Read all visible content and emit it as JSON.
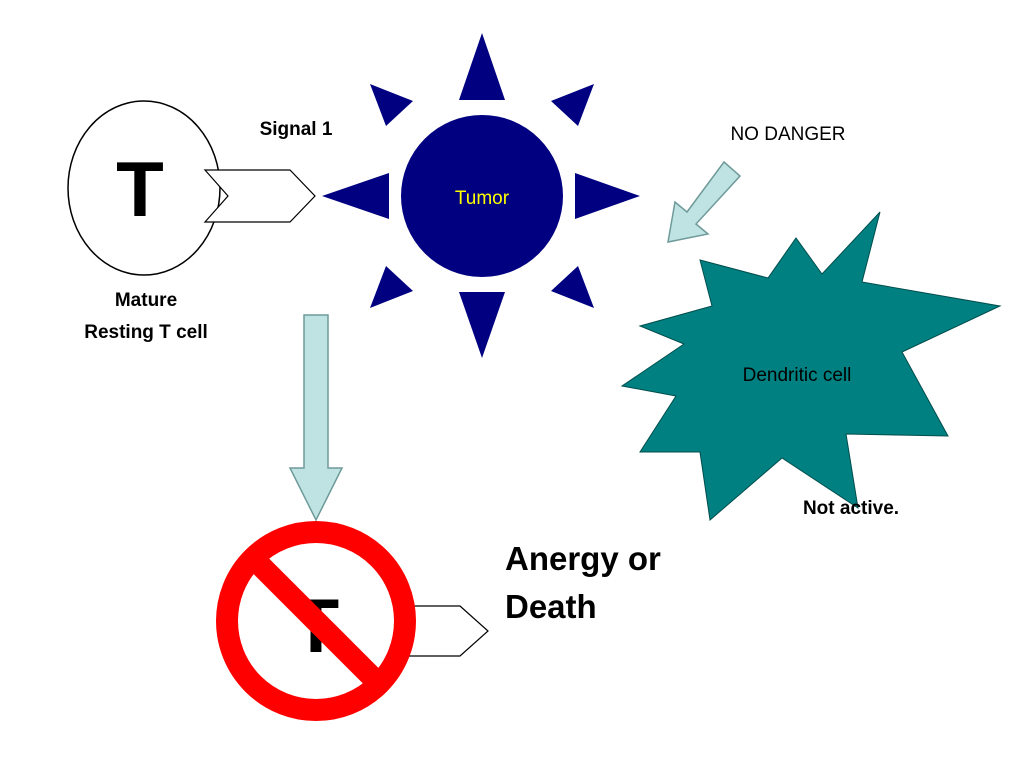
{
  "labels": {
    "t_cell_letter": "T",
    "signal": "Signal 1",
    "mature_line1": "Mature",
    "mature_line2": "Resting T cell",
    "tumor": "Tumor",
    "no_danger": "NO DANGER",
    "dendritic": "Dendritic cell",
    "not_active": "Not active.",
    "outcome_line1": "Anergy or",
    "outcome_line2": "Death",
    "blocked_t_letter": "T"
  },
  "colors": {
    "tumor_fill": "#000080",
    "tumor_text": "#ffff00",
    "dendritic_fill": "#008080",
    "arrow_fill": "#bfe3e3",
    "arrow_stroke": "#6f9a9a",
    "prohibit_red": "#ff0000",
    "ink": "#000000"
  }
}
